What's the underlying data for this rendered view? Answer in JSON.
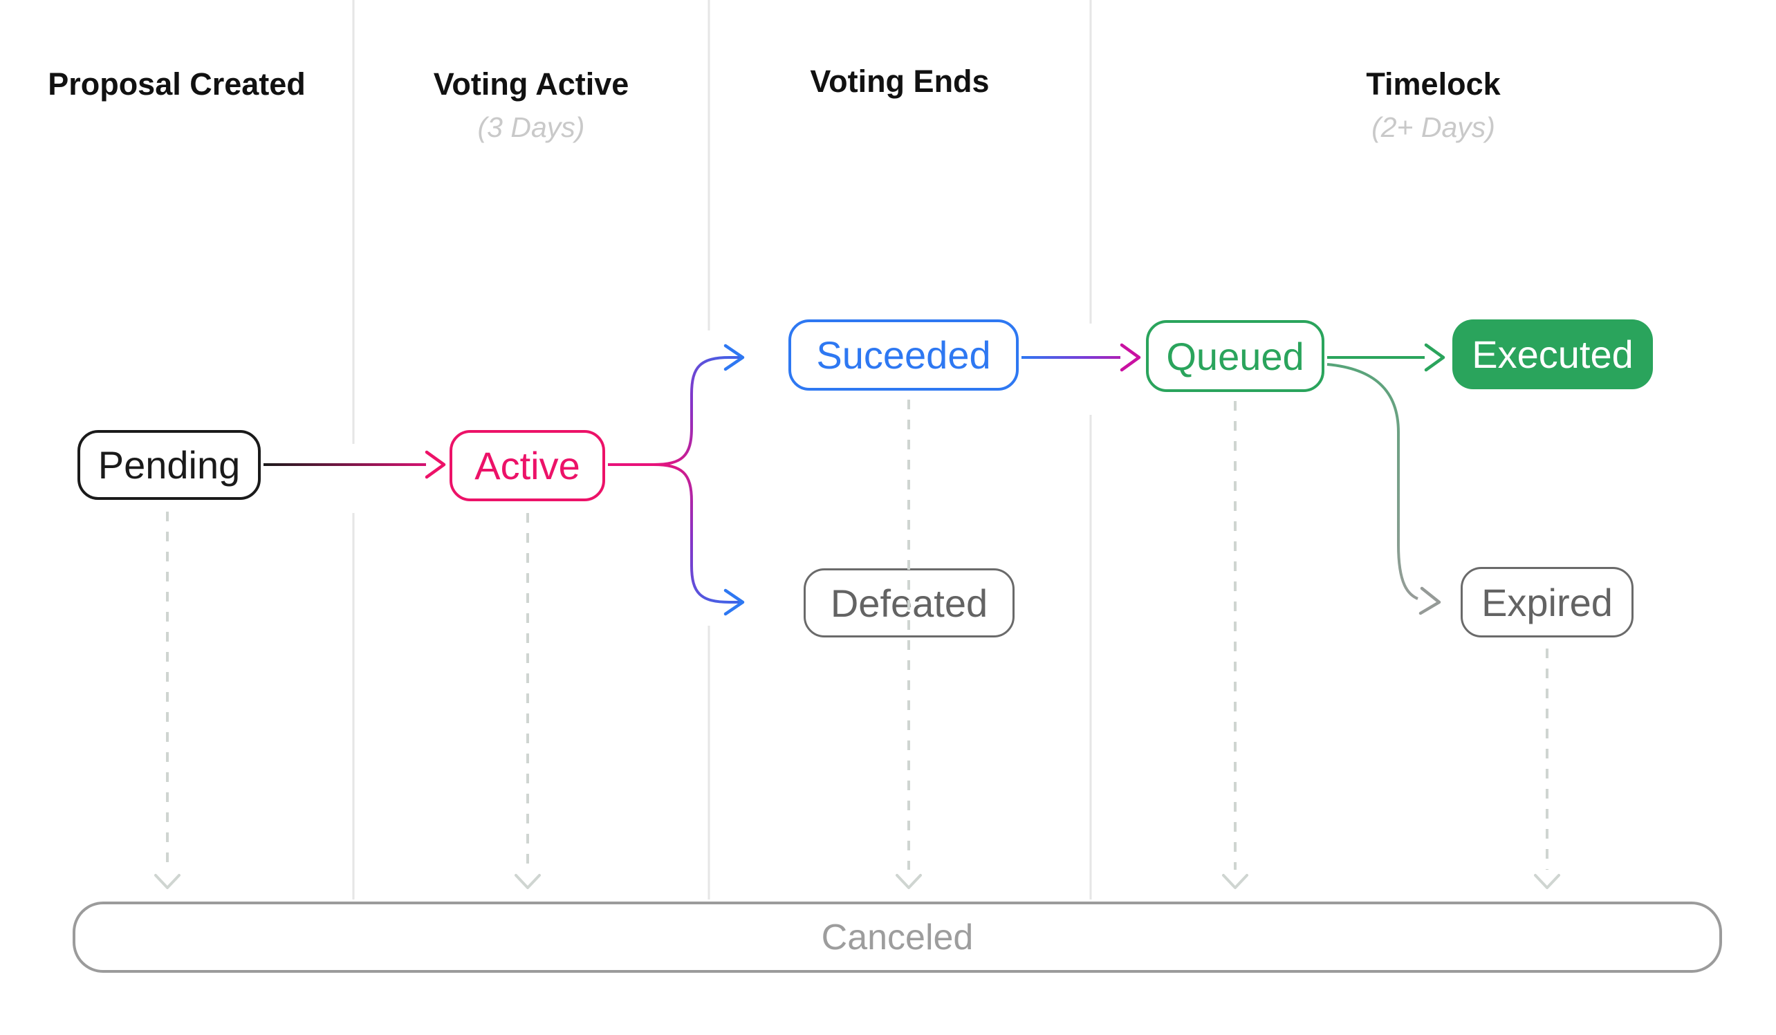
{
  "columns": [
    {
      "label": "Proposal Created",
      "sublabel": ""
    },
    {
      "label": "Voting Active",
      "sublabel": "(3 Days)"
    },
    {
      "label": "Voting Ends",
      "sublabel": ""
    },
    {
      "label": "Timelock",
      "sublabel": "(2+ Days)"
    }
  ],
  "nodes": {
    "pending": {
      "label": "Pending",
      "style": "outline",
      "color": "#1A1A1A"
    },
    "active": {
      "label": "Active",
      "style": "outline",
      "color": "#EC1268"
    },
    "succeeded": {
      "label": "Suceeded",
      "style": "outline",
      "color": "#2E78F2"
    },
    "defeated": {
      "label": "Defeated",
      "style": "outline",
      "color": "#6A6A6A"
    },
    "queued": {
      "label": "Queued",
      "style": "outline",
      "color": "#2AA45C"
    },
    "executed": {
      "label": "Executed",
      "style": "filled",
      "color": "#2AA45C"
    },
    "expired": {
      "label": "Expired",
      "style": "outline",
      "color": "#6A6A6A"
    },
    "canceled": {
      "label": "Canceled",
      "style": "outline",
      "color": "#9B9B9B"
    }
  },
  "edges": [
    {
      "from": "Pending",
      "to": "Active",
      "style": "solid-arrow"
    },
    {
      "from": "Active",
      "to": "Suceeded",
      "style": "solid-arrow"
    },
    {
      "from": "Active",
      "to": "Defeated",
      "style": "solid-arrow"
    },
    {
      "from": "Suceeded",
      "to": "Queued",
      "style": "solid-arrow"
    },
    {
      "from": "Queued",
      "to": "Executed",
      "style": "solid-arrow"
    },
    {
      "from": "Queued",
      "to": "Expired",
      "style": "solid-arrow"
    },
    {
      "from": "Pending",
      "to": "Canceled",
      "style": "dashed-arrow"
    },
    {
      "from": "Active",
      "to": "Canceled",
      "style": "dashed-arrow"
    },
    {
      "from": "Suceeded",
      "to": "Canceled",
      "style": "dashed-arrow"
    },
    {
      "from": "Queued",
      "to": "Canceled",
      "style": "dashed-arrow"
    },
    {
      "from": "Expired",
      "to": "Canceled",
      "style": "dashed-arrow"
    }
  ],
  "colors": {
    "black": "#1A1A1A",
    "pink": "#EC1268",
    "blue": "#2E78F2",
    "purple": "#8833C6",
    "magenta": "#C911A1",
    "green": "#2AA45C",
    "gray_node_border": "#6A6A6A",
    "gray_node_text": "#636363",
    "canceled_gray": "#9B9B9B",
    "separator_gray": "#E6E6E6",
    "dashed_gray": "#CFD5D1",
    "subtitle_gray": "#C9C9C9",
    "executed_text": "#FFFFFF"
  }
}
